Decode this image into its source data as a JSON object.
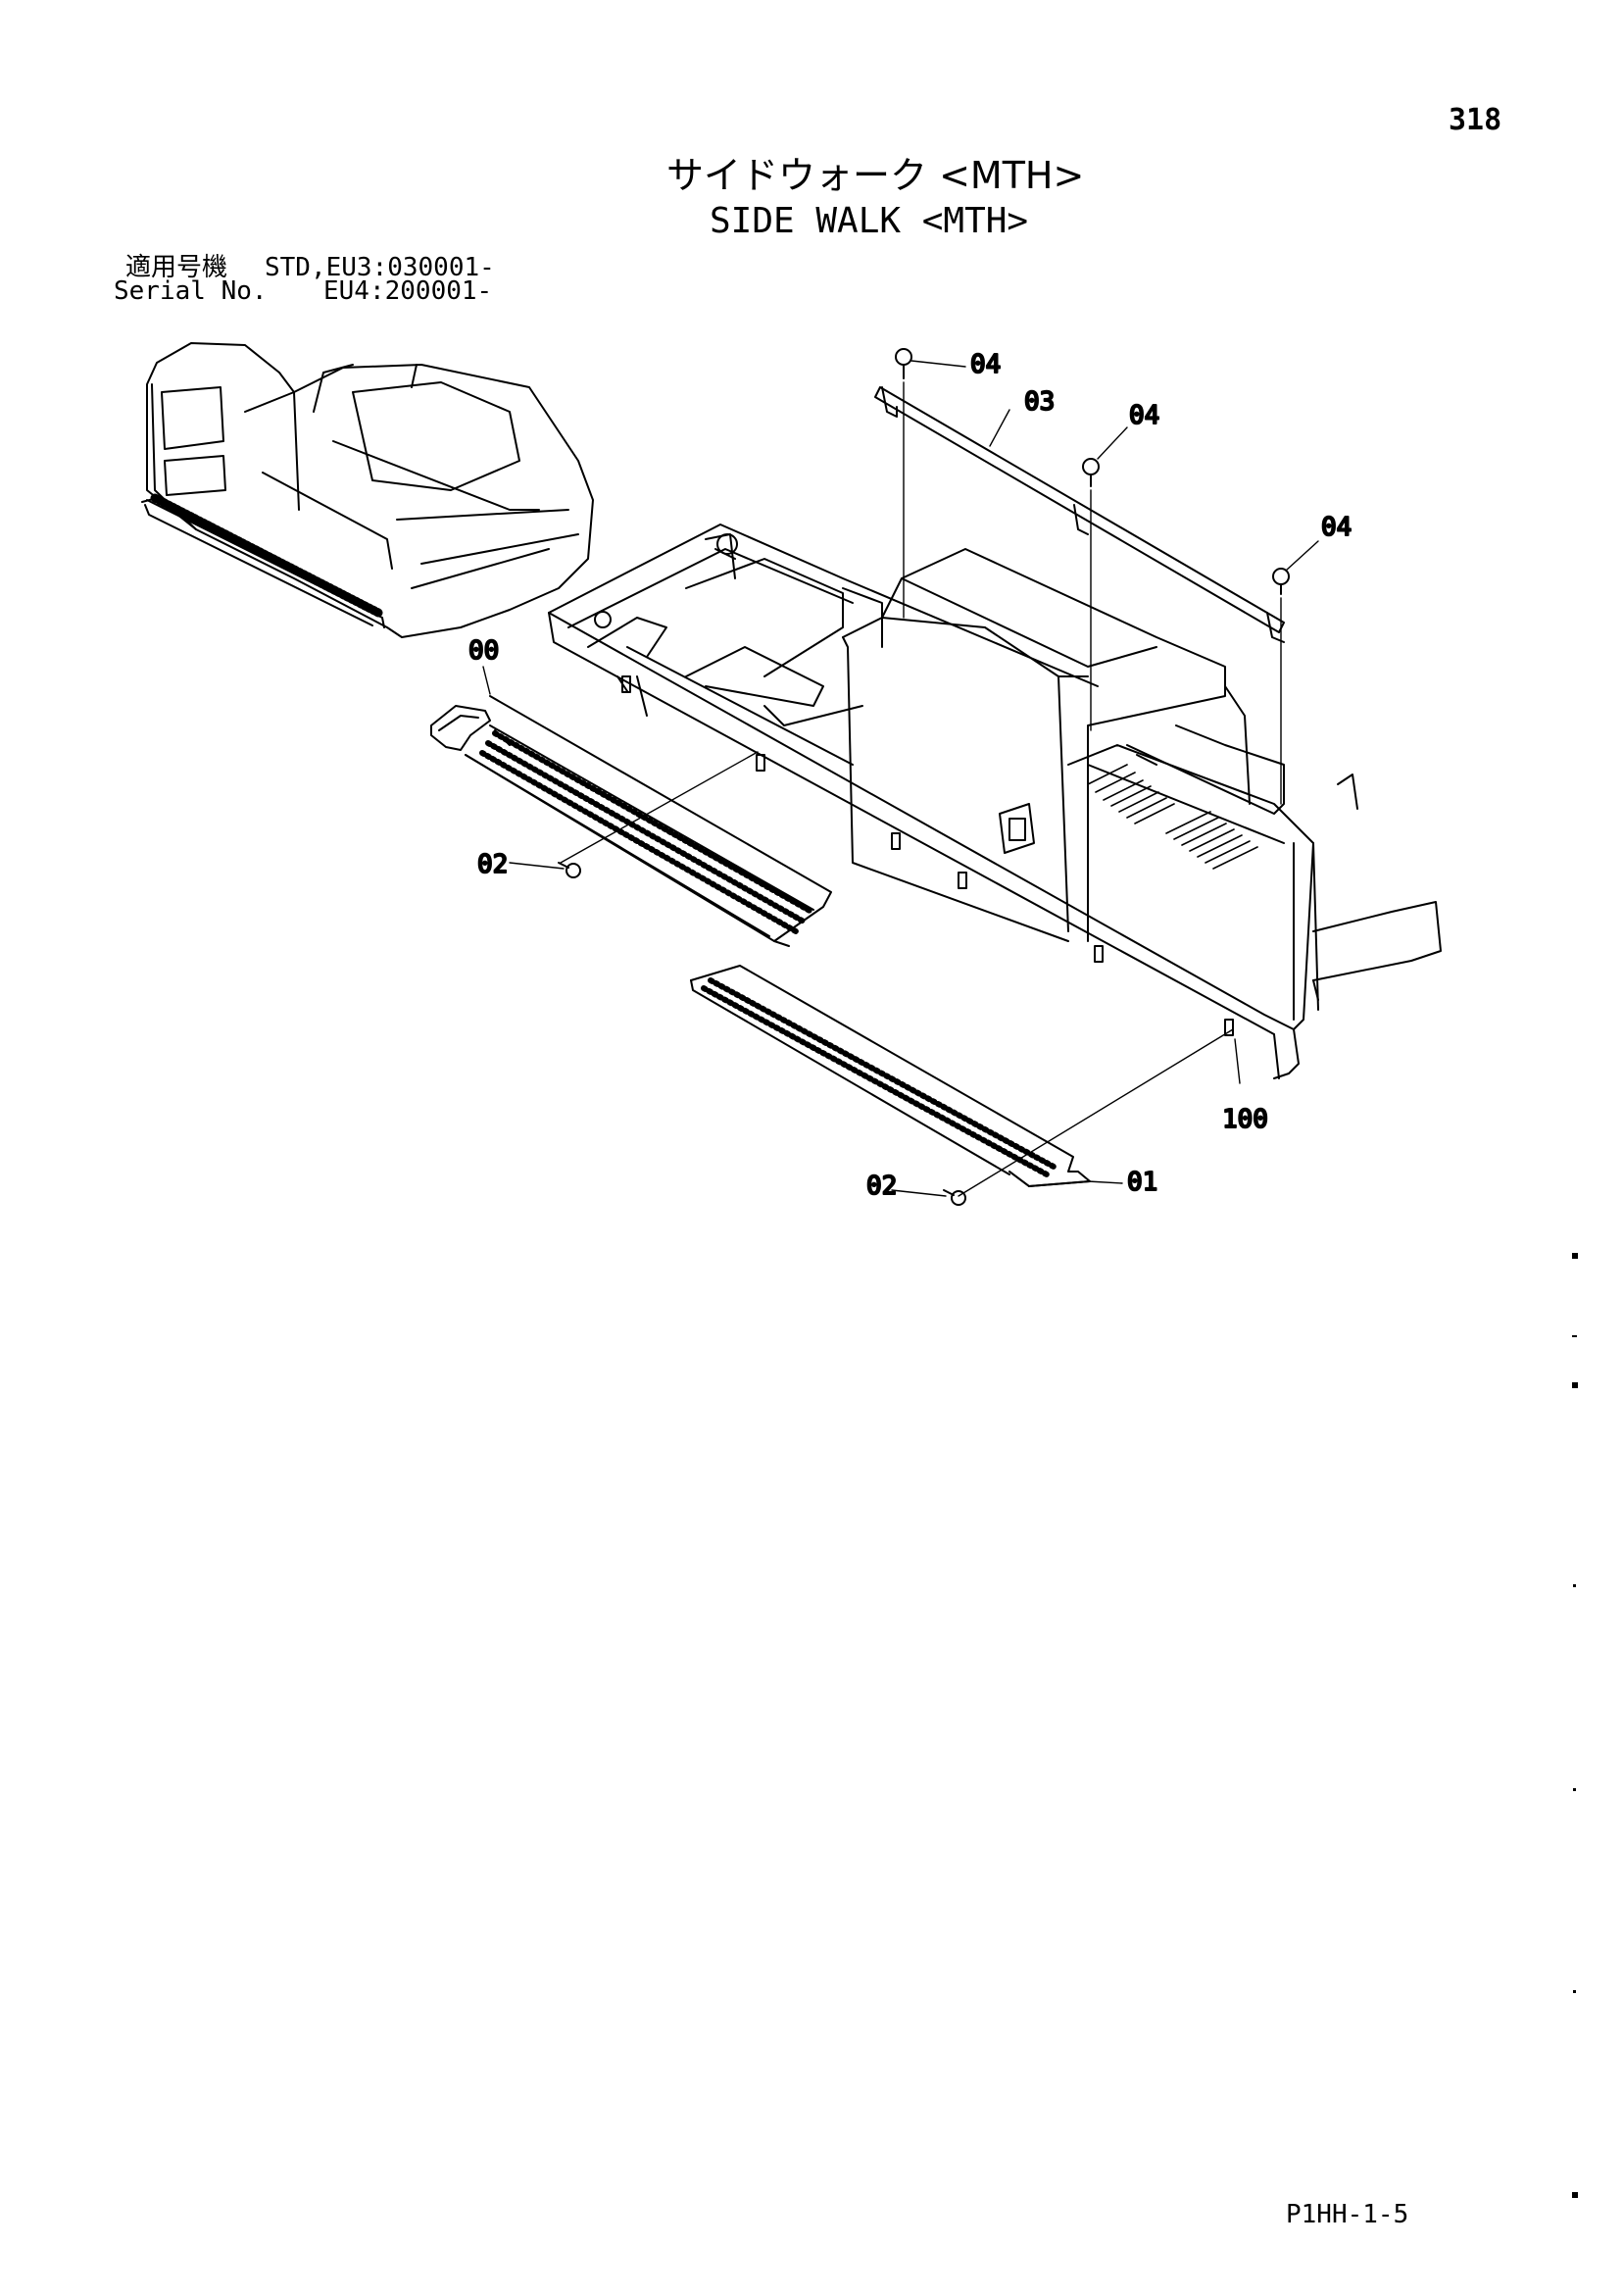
{
  "page": {
    "number": "318",
    "doc_code": "P1HH-1-5"
  },
  "title": {
    "ja": "サイドウォーク <MTH>",
    "en": "SIDE WALK <MTH>"
  },
  "serial": {
    "label_ja": "適用号機",
    "label_en": "Serial No.",
    "line1": "STD,EU3:030001-",
    "line2": "EU4:200001-"
  },
  "callouts": {
    "c04a": "04",
    "c03": "03",
    "c04b": "04",
    "c04c": "04",
    "c00": "00",
    "c02a": "02",
    "c100": "100",
    "c02b": "02",
    "c01": "01"
  }
}
